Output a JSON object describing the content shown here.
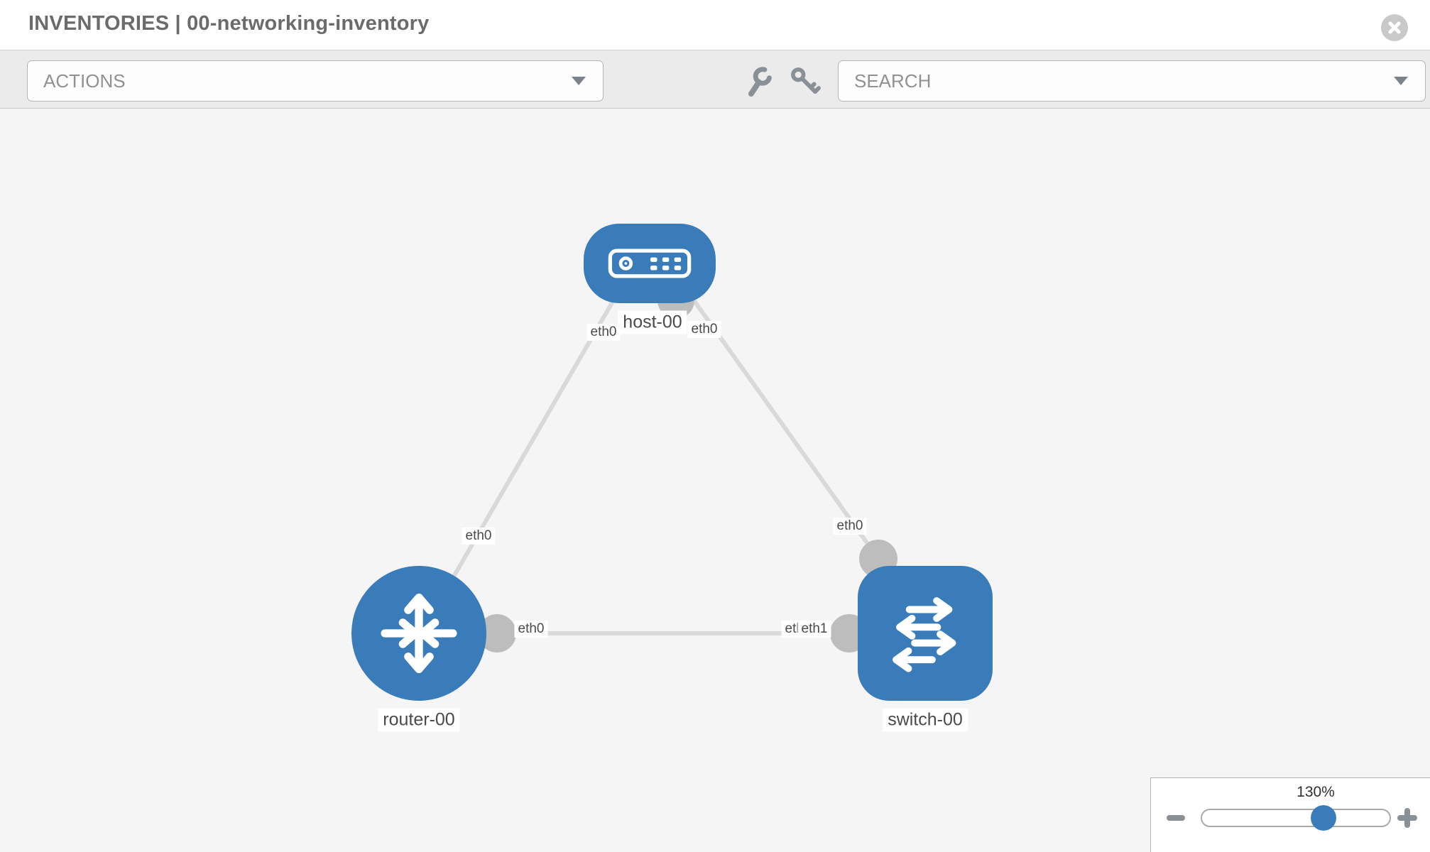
{
  "header": {
    "title": "INVENTORIES | 00-networking-inventory"
  },
  "toolbar": {
    "actions_label": "ACTIONS",
    "search_placeholder": "SEARCH",
    "icons": [
      "wrench-icon",
      "key-icon"
    ]
  },
  "zoom_control": {
    "level": "130%",
    "percent": 130
  },
  "colors": {
    "node_fill": "#3a7cba",
    "edge": "#d9d9d9",
    "interface_dot": "#bdbdbd",
    "toolbar_bg": "#ebebeb",
    "canvas_bg": "#f5f5f5"
  },
  "topology": {
    "nodes": [
      {
        "id": "host-00",
        "label": "host-00",
        "type": "host"
      },
      {
        "id": "router-00",
        "label": "router-00",
        "type": "router"
      },
      {
        "id": "switch-00",
        "label": "switch-00",
        "type": "switch"
      }
    ],
    "edges": [
      {
        "from": "host-00",
        "to": "router-00",
        "from_label": "eth0",
        "to_label": "eth0"
      },
      {
        "from": "host-00",
        "to": "switch-00",
        "from_label": "eth0",
        "to_label": "eth0"
      },
      {
        "from": "router-00",
        "to": "switch-00",
        "from_label": "eth0",
        "to_label": "eth1",
        "to_label_under": "eth0"
      }
    ]
  }
}
